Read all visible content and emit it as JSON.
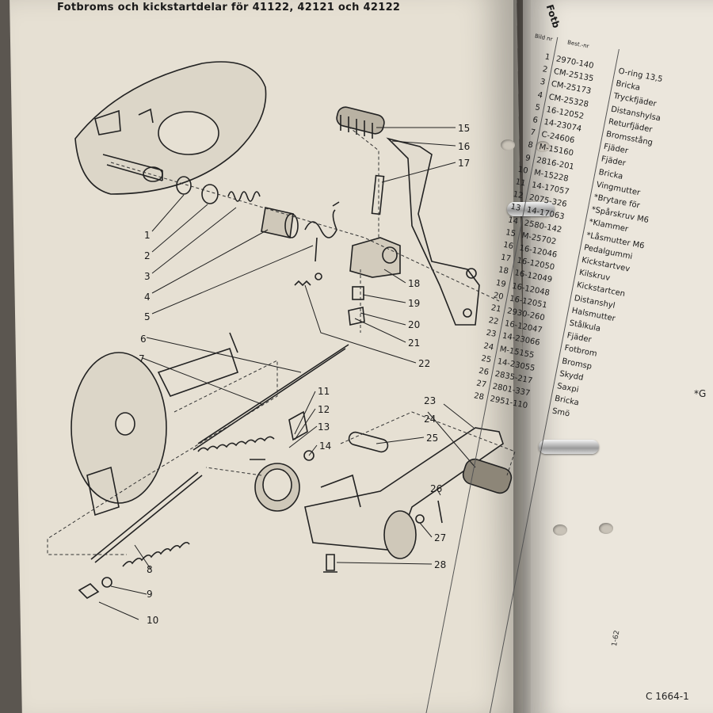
{
  "document": {
    "page_title": "Fotbroms och kickstartdelar för 41122, 42121 och 42122",
    "right_page_header": "Fotb",
    "footer_code": "C 1664-1",
    "side_code": "1-62",
    "note_fragment": "*G"
  },
  "callouts": [
    "1",
    "2",
    "3",
    "4",
    "5",
    "6",
    "7",
    "8",
    "9",
    "10",
    "11",
    "12",
    "13",
    "14",
    "15",
    "16",
    "17",
    "18",
    "19",
    "20",
    "21",
    "22",
    "23",
    "24",
    "25",
    "26",
    "27",
    "28"
  ],
  "parts_table": {
    "headers": {
      "nr": "Bild nr",
      "part": "Best.-nr",
      "name": ""
    },
    "rows": [
      {
        "nr": "1",
        "part": "2970-140",
        "name": "O-ring 13,5"
      },
      {
        "nr": "2",
        "part": "CM-25135",
        "name": "Bricka"
      },
      {
        "nr": "3",
        "part": "CM-25173",
        "name": "Tryckfjäder"
      },
      {
        "nr": "4",
        "part": "CM-25328",
        "name": "Distanshylsa"
      },
      {
        "nr": "5",
        "part": "16-12052",
        "name": "Returfjäder"
      },
      {
        "nr": "6",
        "part": "14-23074",
        "name": "Bromsstång"
      },
      {
        "nr": "7",
        "part": "C-24606",
        "name": "Fjäder"
      },
      {
        "nr": "8",
        "part": "M-15160",
        "name": "Fjäder"
      },
      {
        "nr": "9",
        "part": "2816-201",
        "name": "Bricka"
      },
      {
        "nr": "10",
        "part": "M-15228",
        "name": "Vingmutter"
      },
      {
        "nr": "11",
        "part": "14-17057",
        "name": "*Brytare för"
      },
      {
        "nr": "12",
        "part": "2075-326",
        "name": "*Spårskruv M6"
      },
      {
        "nr": "13",
        "part": "14-17063",
        "name": "*Klammer"
      },
      {
        "nr": "14",
        "part": "2580-142",
        "name": "*Låsmutter M6"
      },
      {
        "nr": "15",
        "part": "M-25702",
        "name": "Pedalgummi"
      },
      {
        "nr": "16",
        "part": "16-12046",
        "name": "Kickstartvev"
      },
      {
        "nr": "17",
        "part": "16-12050",
        "name": "Kilskruv"
      },
      {
        "nr": "18",
        "part": "16-12049",
        "name": "Kickstartcen"
      },
      {
        "nr": "19",
        "part": "16-12048",
        "name": "Distanshyl"
      },
      {
        "nr": "20",
        "part": "16-12051",
        "name": "Halsmutter"
      },
      {
        "nr": "21",
        "part": "2930-260",
        "name": "Stålkula"
      },
      {
        "nr": "22",
        "part": "16-12047",
        "name": "Fjäder"
      },
      {
        "nr": "23",
        "part": "14-23066",
        "name": "Fotbrom"
      },
      {
        "nr": "24",
        "part": "M-15155",
        "name": "Bromsp"
      },
      {
        "nr": "25",
        "part": "14-23055",
        "name": "Skydd"
      },
      {
        "nr": "26",
        "part": "2835-217",
        "name": "Saxpi"
      },
      {
        "nr": "27",
        "part": "2801-337",
        "name": "Bricka"
      },
      {
        "nr": "28",
        "part": "2951-110",
        "name": "Smö"
      }
    ]
  }
}
